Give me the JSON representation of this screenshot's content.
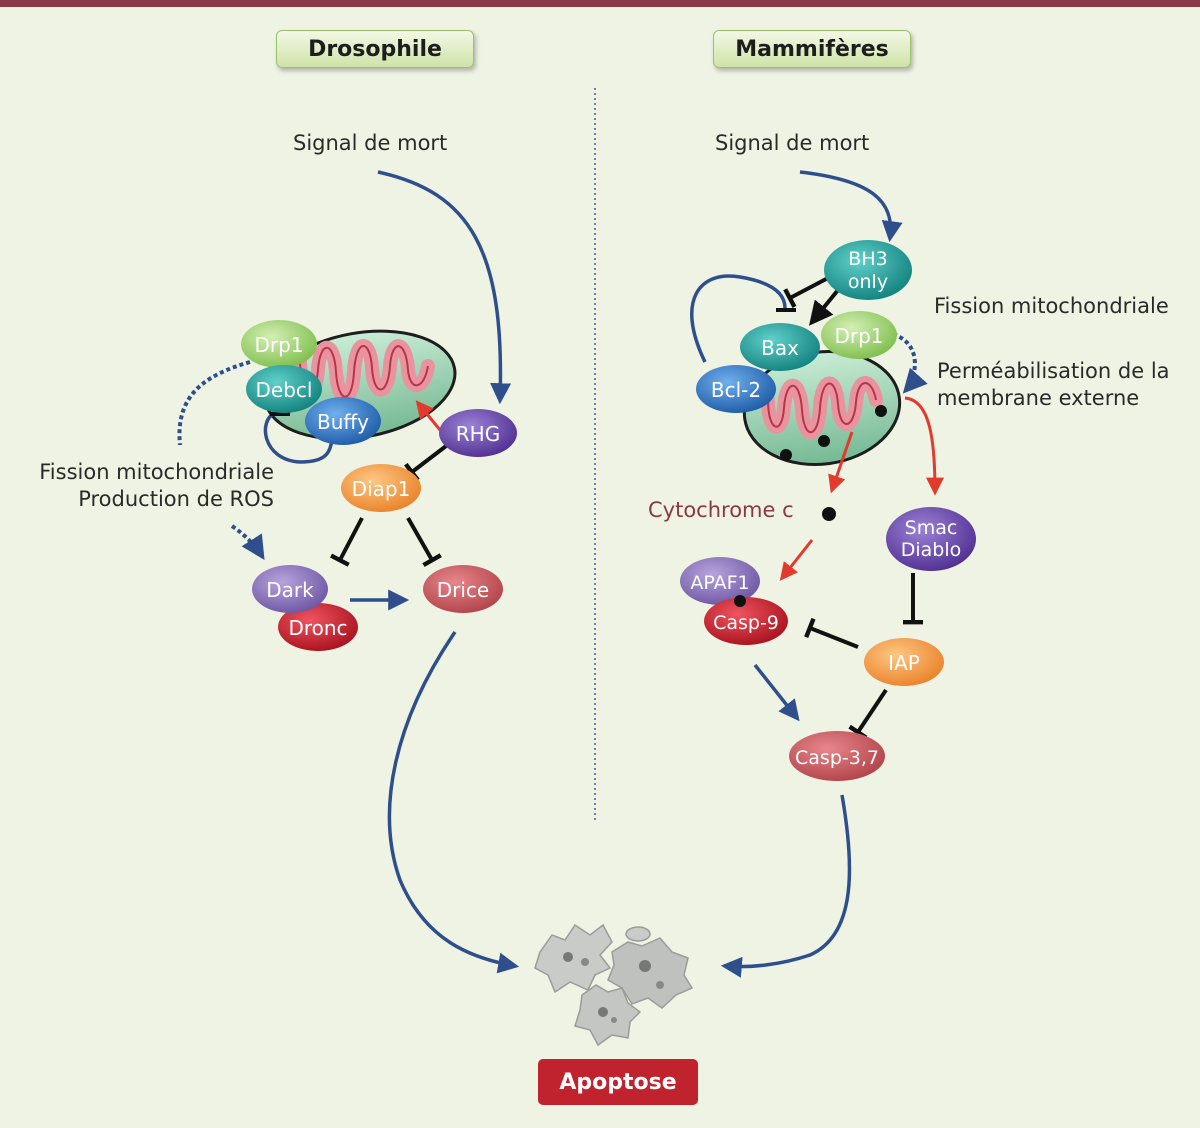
{
  "headers": {
    "left": "Drosophile",
    "right": "Mammifères"
  },
  "left": {
    "signal": "Signal de mort",
    "fission_line1": "Fission mitochondriale",
    "fission_line2": "Production de ROS",
    "proteins": {
      "drp1": "Drp1",
      "debcl": "Debcl",
      "buffy": "Buffy",
      "rhg": "RHG",
      "diap1": "Diap1",
      "dark": "Dark",
      "dronc": "Dronc",
      "drice": "Drice"
    }
  },
  "right": {
    "signal": "Signal de mort",
    "fission": "Fission mitochondriale",
    "permea_line1": "Perméabilisation de la",
    "permea_line2": "membrane externe",
    "cytochrome": "Cytochrome c",
    "proteins": {
      "bh3_line1": "BH3",
      "bh3_line2": "only",
      "bax": "Bax",
      "drp1": "Drp1",
      "bcl2": "Bcl-2",
      "smac_line1": "Smac",
      "smac_line2": "Diablo",
      "apaf1": "APAF1",
      "casp9": "Casp-9",
      "iap": "IAP",
      "casp37": "Casp-3,7"
    }
  },
  "footer": {
    "apoptose": "Apoptose"
  },
  "colors": {
    "activation": "#2e4f8c",
    "release": "#e23b2e",
    "inhibition": "#111111",
    "drp1": "#8cc95a",
    "debcl": "#1f9d9a",
    "buffy": "#2f6fb5",
    "rhg": "#6a4aa8",
    "diap1": "#f29a3c",
    "dark": "#8a70b8",
    "dronc": "#c61f2a",
    "drice": "#c95a5e",
    "apoptose": "#c0232e"
  }
}
